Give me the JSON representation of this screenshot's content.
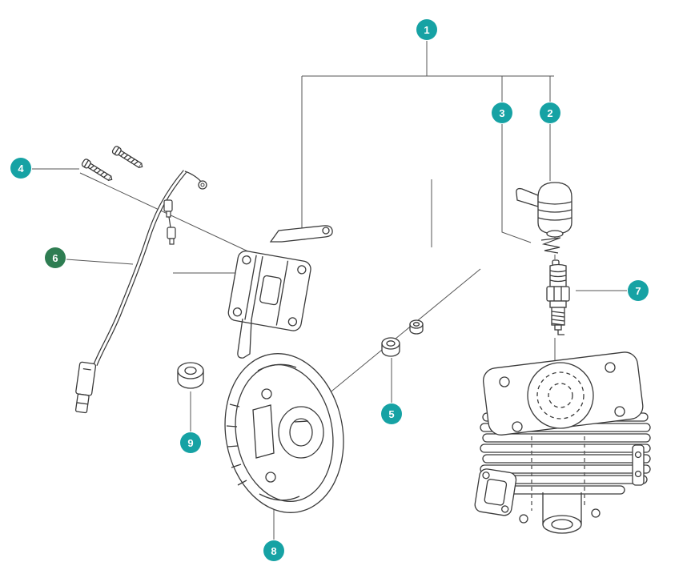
{
  "diagram": {
    "background_color": "#ffffff",
    "art_line_color": "#3a3a3a",
    "leader_line_color": "#555555",
    "callout_default_color": "#16a2a4",
    "callout_alt_color": "#2e7d52",
    "callouts": [
      {
        "label": "1",
        "name": "ignition-module-assembly",
        "color": "#16a2a4"
      },
      {
        "label": "2",
        "name": "spark-plug-cap",
        "color": "#16a2a4"
      },
      {
        "label": "3",
        "name": "terminal-spring",
        "color": "#16a2a4"
      },
      {
        "label": "4",
        "name": "mounting-screws",
        "color": "#16a2a4"
      },
      {
        "label": "5",
        "name": "nut",
        "color": "#16a2a4"
      },
      {
        "label": "6",
        "name": "ignition-lead",
        "color": "#2e7d52"
      },
      {
        "label": "7",
        "name": "spark-plug",
        "color": "#16a2a4"
      },
      {
        "label": "8",
        "name": "flywheel",
        "color": "#16a2a4"
      },
      {
        "label": "9",
        "name": "flange-collar",
        "color": "#16a2a4"
      }
    ]
  }
}
